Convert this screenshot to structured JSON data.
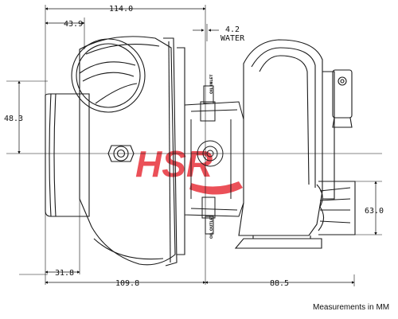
{
  "dimensions": {
    "overall_width": "114.0",
    "compressor_inlet_offset": "43.9",
    "water_port_offset": "4.2",
    "water_label": "WATER",
    "compressor_inlet_height": "48.3",
    "turbine_outlet_height": "63.0",
    "compressor_outlet_offset": "31.8",
    "compressor_side_width": "109.8",
    "turbine_side_width": "88.5"
  },
  "labels": {
    "oil_inlet": "OIL INLET",
    "oil_outlet": "OIL OUTLET",
    "footnote": "Measurements in MM"
  },
  "watermark": {
    "text": "HSR",
    "color": "#e8323c"
  },
  "colors": {
    "line": "#1a1a1a",
    "dimension": "#111111"
  }
}
